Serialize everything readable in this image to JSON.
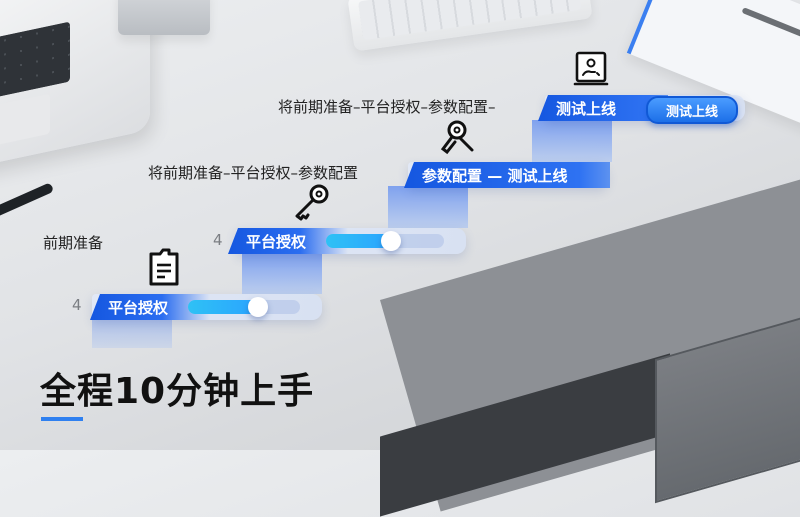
{
  "headline": {
    "title": "全程10分钟上手",
    "accent_color": "#2f80f0"
  },
  "steps": [
    {
      "number": "4",
      "label": "平台授权",
      "caption": "前期准备",
      "icon": "clipboard-icon",
      "slider_percent": 60
    },
    {
      "number": "4",
      "label": "平台授权",
      "caption": "将前期准备–平台授权–参数配置",
      "icon": "key-icon",
      "slider_percent": 55
    },
    {
      "label": "参数配置 — 测试上线",
      "caption": "将前期准备–平台授权–参数配置–",
      "icon": "key-icon"
    },
    {
      "label": "测试上线",
      "button_label": "测试上线",
      "icon": "user-monitor-icon"
    }
  ],
  "colors": {
    "tag_blue": "#1557e0",
    "slider_cyan": "#2fc1f5",
    "pill_blue": "#2a7cf5"
  }
}
